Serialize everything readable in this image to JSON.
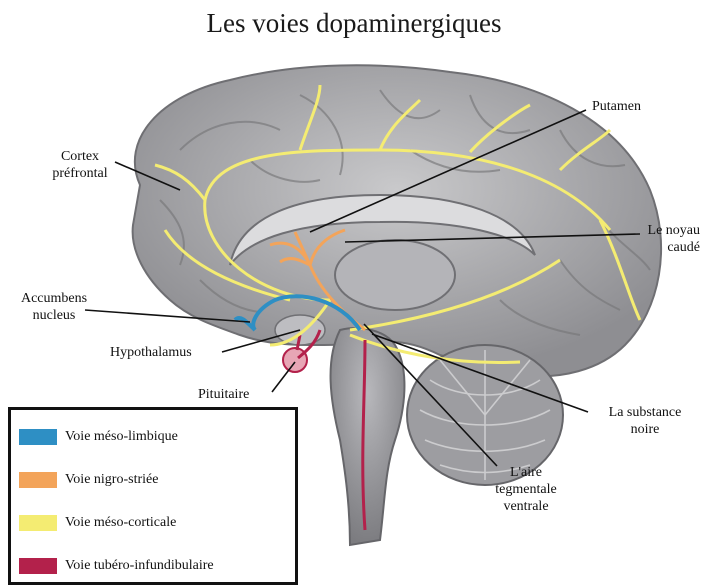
{
  "title": "Les voies dopaminergiques",
  "labels": {
    "putamen": "Putamen",
    "cortex_1": "Cortex",
    "cortex_2": "préfrontal",
    "noyau_1": "Le noyau",
    "noyau_2": "caudé",
    "accumbens_1": "Accumbens",
    "accumbens_2": "nucleus",
    "hypothalamus": "Hypothalamus",
    "pituitaire": "Pituitaire",
    "substance_1": "La substance",
    "substance_2": "noire",
    "aire_1": "L'aire",
    "aire_2": "tegmentale",
    "aire_3": "ventrale"
  },
  "legend": [
    {
      "label": "Voie méso-limbique",
      "color": "#2e8fc4"
    },
    {
      "label": "Voie nigro-striée",
      "color": "#f3a45a"
    },
    {
      "label": "Voie méso-corticale",
      "color": "#f4ec72"
    },
    {
      "label": "Voie tubéro-infundibulaire",
      "color": "#b3214b"
    }
  ],
  "colors": {
    "meso_limbique": "#2e8fc4",
    "nigro_striee": "#f3a45a",
    "meso_corticale": "#f4ec72",
    "tubero_infundibulaire": "#b3214b"
  }
}
